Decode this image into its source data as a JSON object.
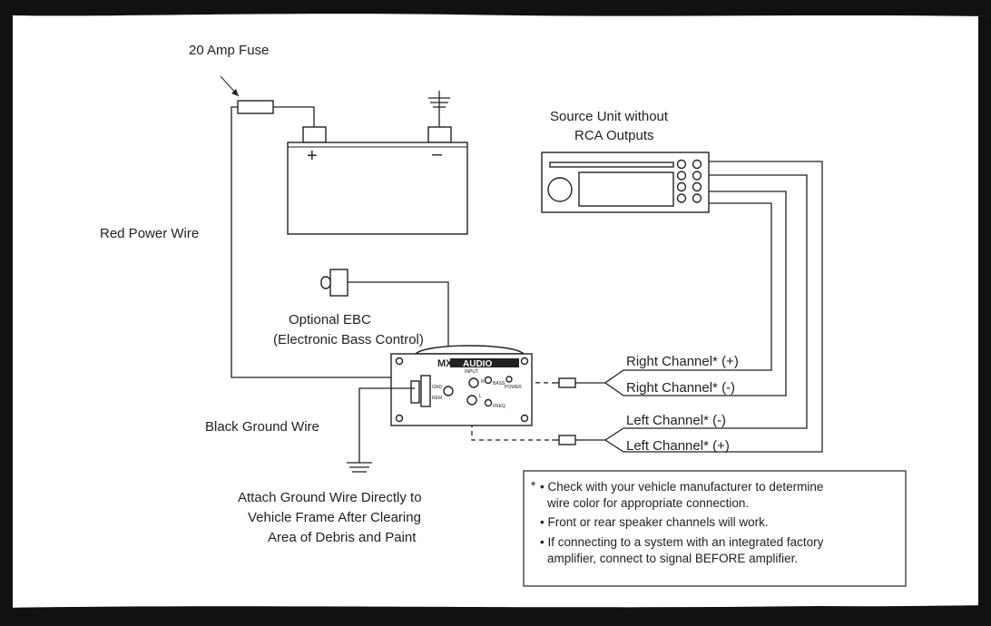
{
  "diagram": {
    "labels": {
      "fuse": "20 Amp Fuse",
      "source_unit_line1": "Source Unit without",
      "source_unit_line2": "RCA Outputs",
      "red_wire": "Red Power Wire",
      "ebc_line1": "Optional EBC",
      "ebc_line2": "(Electronic Bass Control)",
      "black_wire": "Black Ground Wire",
      "ground_line1": "Attach Ground Wire Directly to",
      "ground_line2": "Vehicle Frame After Clearing",
      "ground_line3": "Area of Debris and Paint",
      "right_pos": "Right Channel* (+)",
      "right_neg": "Right Channel* (-)",
      "left_neg": "Left Channel* (-)",
      "left_pos": "Left Channel* (+)"
    },
    "battery": {
      "positive": "+",
      "negative": "–"
    },
    "amplifier": {
      "brand_mx": "MX",
      "brand": "AUDIO",
      "labels": [
        "INPUT",
        "R",
        "L",
        "BASS",
        "FREQ",
        "POWER",
        "GND",
        "REM"
      ]
    },
    "note": {
      "asterisk": "*",
      "items": [
        [
          "• Check with your vehicle manufacturer to determine",
          "wire color for appropriate connection."
        ],
        [
          "• Front or rear speaker channels will work."
        ],
        [
          "• If connecting to a system with an integrated factory",
          "amplifier, connect to signal BEFORE amplifier."
        ]
      ]
    }
  }
}
